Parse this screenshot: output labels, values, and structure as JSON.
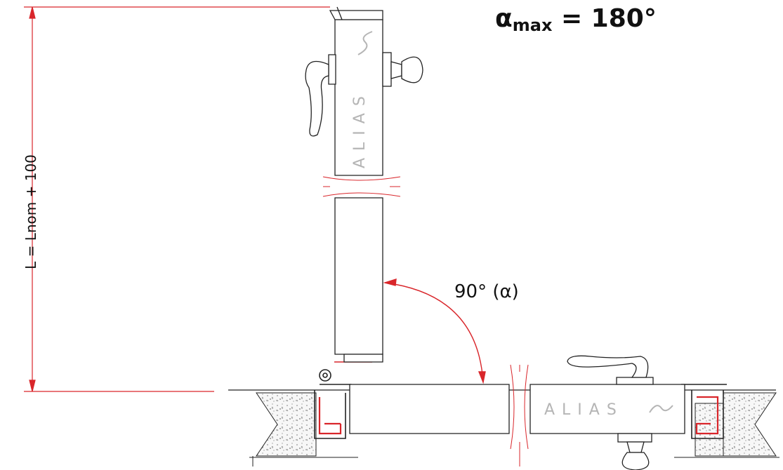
{
  "title": {
    "symbol": "α",
    "subscript": "max",
    "value_text": "= 180°"
  },
  "dimension_label": "L = Lnom + 100",
  "angle_label": "90° (α)",
  "ramp_brand_vertical": "ALIAS",
  "ramp_brand_horizontal": "ALIAS",
  "colors": {
    "line": "#222222",
    "dimension": "#d9262b",
    "concrete": "#f4f4f4",
    "steel": "#d9262b"
  }
}
